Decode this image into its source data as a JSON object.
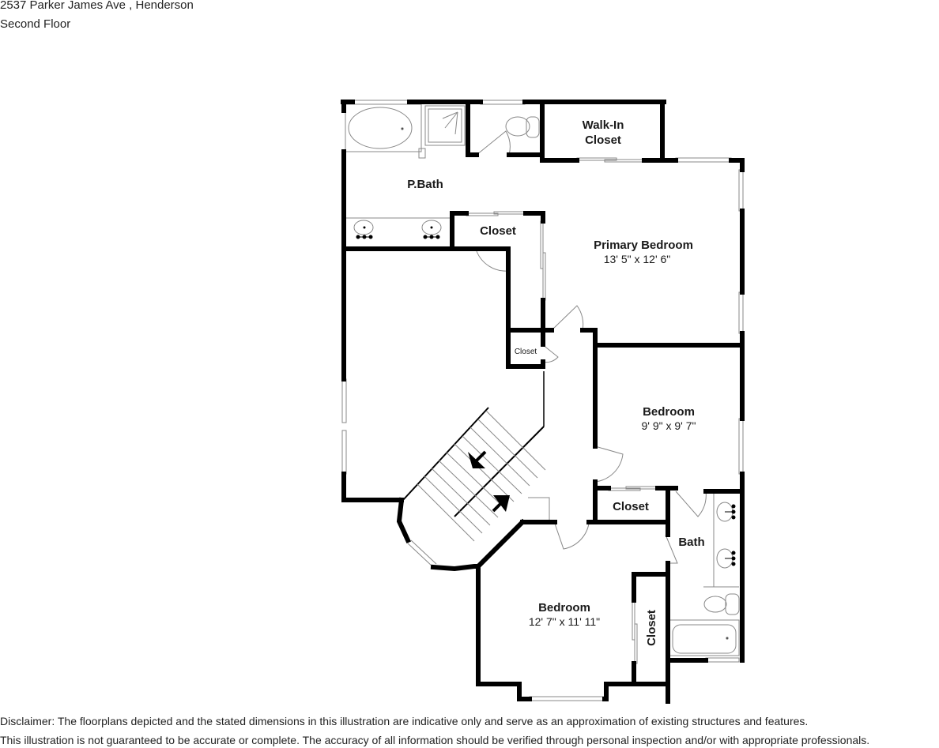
{
  "header": {
    "address": "2537 Parker James Ave , Henderson",
    "floor": "Second Floor"
  },
  "rooms": {
    "walk_in_closet": {
      "line1": "Walk-In",
      "line2": "Closet"
    },
    "p_bath": {
      "name": "P.Bath"
    },
    "pbath_closet": {
      "name": "Closet"
    },
    "primary_bedroom": {
      "name": "Primary Bedroom",
      "dims": "13' 5\" x 12' 6\""
    },
    "small_closet": {
      "name": "Closet"
    },
    "bedroom_2": {
      "name": "Bedroom",
      "dims": "9' 9\" x 9' 7\""
    },
    "bedroom2_closet": {
      "name": "Closet"
    },
    "bath": {
      "name": "Bath"
    },
    "bedroom_3": {
      "name": "Bedroom",
      "dims": "12' 7\" x 11' 11\""
    },
    "bedroom3_closet": {
      "name": "Closet"
    }
  },
  "stairs": {
    "arrows": [
      "down",
      "up"
    ]
  },
  "colors": {
    "wall": "#000000",
    "fixture": "#888888",
    "background": "#ffffff"
  },
  "disclaimer": {
    "line1": "Disclaimer: The floorplans depicted and the stated dimensions in this illustration are indicative only and serve as an approximation of existing structures and features.",
    "line2": "This illustration is not guaranteed to be accurate or complete. The accuracy of all information should be verified through personal inspection and/or with appropriate professionals."
  }
}
